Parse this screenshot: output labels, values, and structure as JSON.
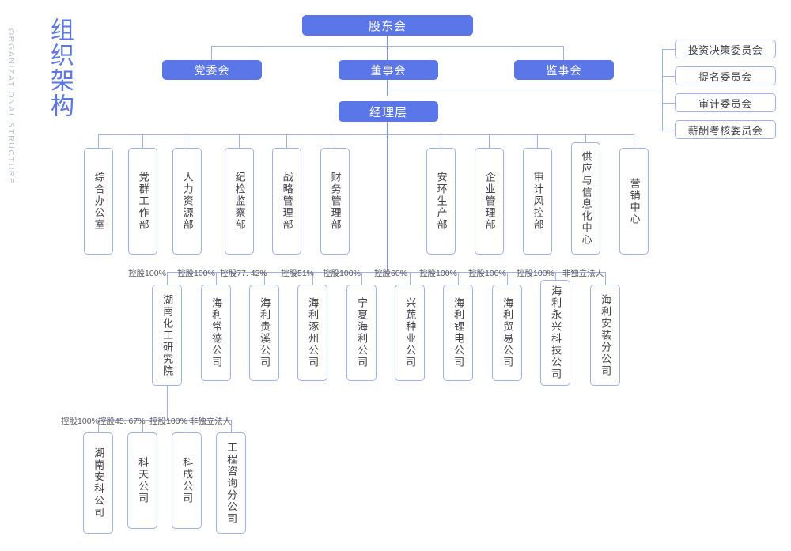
{
  "title": {
    "cn": "组织架构",
    "en": "ORGANIZATIONAL STRUCTURE"
  },
  "colors": {
    "accent": "#5b76e8",
    "line": "#9fb2f0",
    "box_border": "#9fb2f0",
    "title_cn": "#5b76e8",
    "title_en": "#b9c0cc",
    "text": "#3f3f46"
  },
  "level_top": {
    "shareholders": "股东会"
  },
  "level_two": {
    "party": "党委会",
    "board": "董事会",
    "supervisors": "监事会"
  },
  "level_three": {
    "management": "经理层"
  },
  "committees": [
    {
      "label": "投资决策委员会"
    },
    {
      "label": "提名委员会"
    },
    {
      "label": "审计委员会"
    },
    {
      "label": "薪酬考核委员会"
    }
  ],
  "departments_left": [
    {
      "label": "综合办公室"
    },
    {
      "label": "党群工作部"
    },
    {
      "label": "人力资源部"
    },
    {
      "label": "纪检监察部"
    },
    {
      "label": "战略管理部"
    },
    {
      "label": "财务管理部"
    }
  ],
  "departments_right": [
    {
      "label": "安环生产部"
    },
    {
      "label": "企业管理部"
    },
    {
      "label": "审计风控部"
    },
    {
      "label": "供应与信息化中心"
    },
    {
      "label": "营销中心"
    }
  ],
  "subsidiaries": [
    {
      "label": "湖南化工研究院",
      "stake": "控股100%"
    },
    {
      "label": "海利常德公司",
      "stake": "控股100%"
    },
    {
      "label": "海利贵溪公司",
      "stake": "控股77. 42%"
    },
    {
      "label": "海利涿州公司",
      "stake": "控股51%"
    },
    {
      "label": "宁夏海利公司",
      "stake": "控股100%"
    },
    {
      "label": "兴蔬种业公司",
      "stake": "控股60%"
    },
    {
      "label": "海利锂电公司",
      "stake": "控股100%"
    },
    {
      "label": "海利贸易公司",
      "stake": "控股100%"
    },
    {
      "label": "海利永兴科技公司",
      "stake": "控股100%"
    },
    {
      "label": "海利安装分公司",
      "stake": "非独立法人"
    }
  ],
  "sub_subsidiaries": [
    {
      "label": "湖南安科公司",
      "stake": "控股100%"
    },
    {
      "label": "科天公司",
      "stake": "控股45. 67%"
    },
    {
      "label": "科成公司",
      "stake": "控股100%"
    },
    {
      "label": "工程咨询分公司",
      "stake": "非独立法人"
    }
  ]
}
